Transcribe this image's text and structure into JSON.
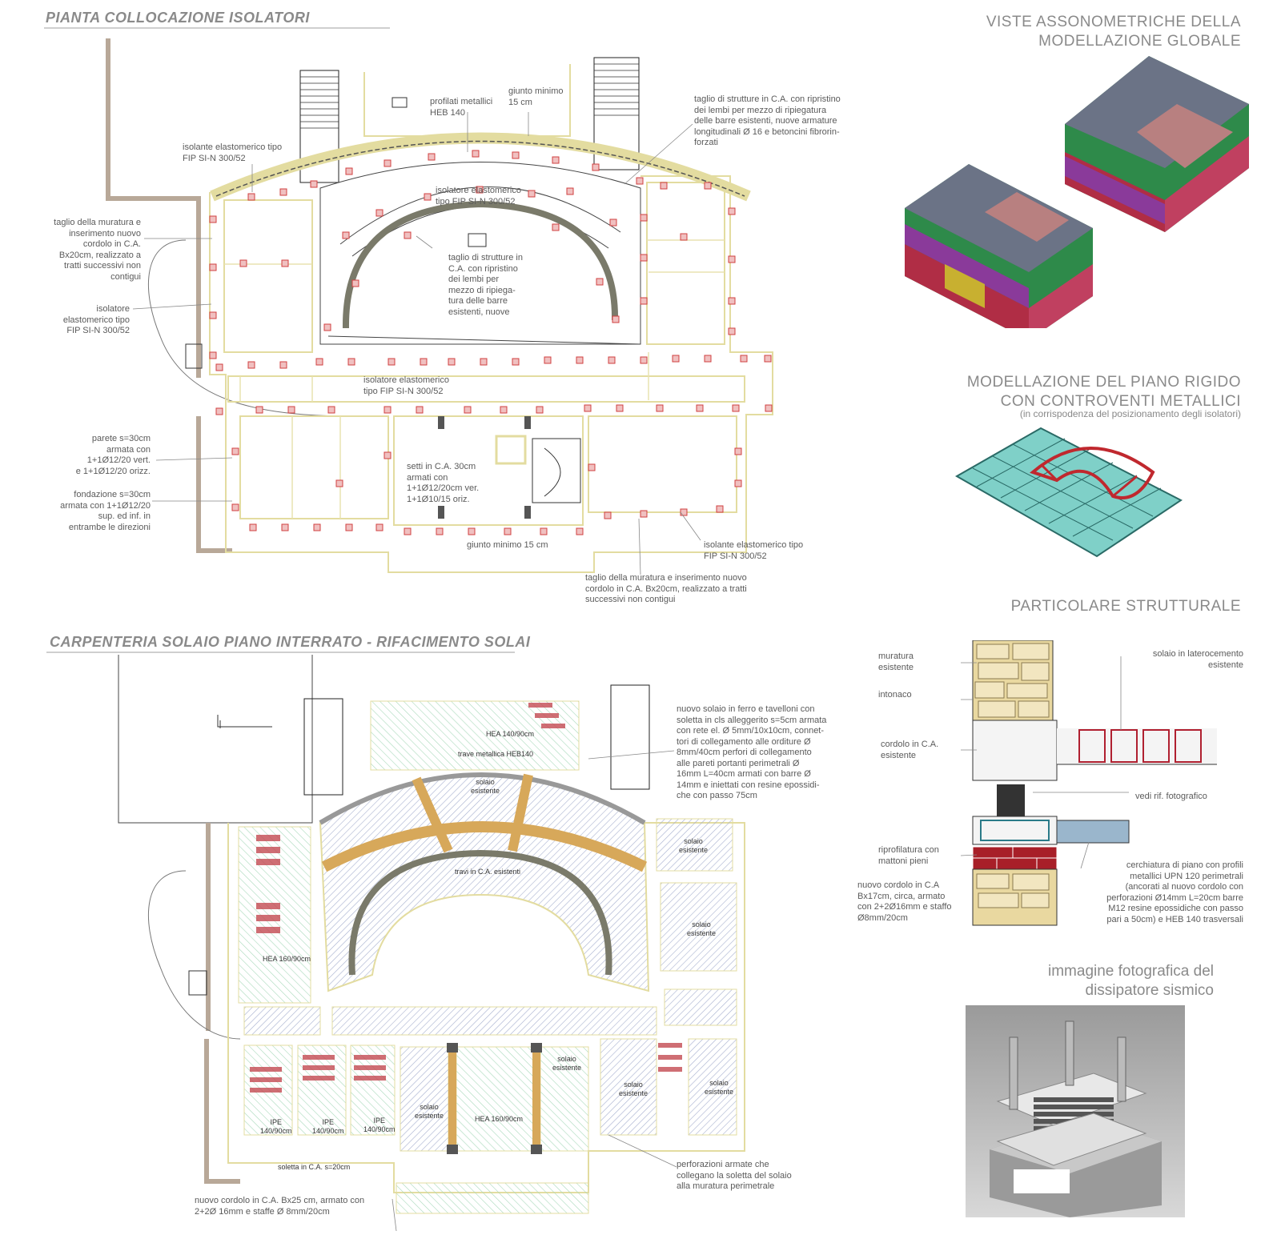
{
  "titles": {
    "plan_isolators": "PIANTA COLLOCAZIONE ISOLATORI",
    "carpentry": "CARPENTERIA SOLAIO PIANO INTERRATO - RIFACIMENTO SOLAI",
    "axonometric": "VISTE ASSONOMETRICHE  DELLA\nMODELLAZIONE GLOBALE",
    "rigid_floor": "MODELLAZIONE DEL PIANO RIGIDO\nCON CONTROVENTI METALLICI",
    "rigid_floor_sub": "(in corrispodenza del posizionamento degli isolatori)",
    "structural_detail": "PARTICOLARE STRUTTURALE",
    "photo": "immagine fotografica del\ndissipatore sismico"
  },
  "plan_notes": {
    "profili": "profilati metallici\nHEB 140",
    "giunto_top": "giunto minimo\n15 cm",
    "taglio_ca_right": "taglio di strutture in C.A. con ripristino\ndei lembi per mezzo di ripiegatura\ndelle barre esistenti, nuove armature\nlongitudinali Ø 16 e betoncini fibrorin-\nforzati",
    "isolante_top": "isolante elastomerico tipo\nFIP SI-N 300/52",
    "isolatore_center": "isolatore elastomerico\ntipo FIP SI-N 300/52",
    "taglio_muratura_left": "taglio della muratura e\ninserimento nuovo\ncordolo in C.A.\nBx20cm, realizzato a\ntratti successivi non\ncontigui",
    "taglio_ca_center": "taglio di strutture in\nC.A. con ripristino\ndei lembi per\nmezzo di ripiega-\ntura delle barre\nesistenti, nuove",
    "isolatore_left": "isolatore\nelastomerico tipo\nFIP SI-N 300/52",
    "isolatore_mid": "isolatore elastomerico\ntipo FIP SI-N 300/52",
    "parete": "parete s=30cm\narmata con\n1+1Ø12/20 vert.\ne 1+1Ø12/20 orizz.",
    "setti": "setti in C.A. 30cm\narmati con\n1+1Ø12/20cm ver.\n1+1Ø10/15 oriz.",
    "fondazione": "fondazione s=30cm\narmata con 1+1Ø12/20\nsup. ed inf. in\nentrambe le direzioni",
    "giunto_bottom": "giunto minimo 15 cm",
    "isolante_bottom": "isolante elastomerico tipo\nFIP SI-N 300/52",
    "taglio_muratura_bottom": "taglio della muratura e inserimento nuovo\ncordolo in C.A. Bx20cm, realizzato a tratti\nsuccessivi non contigui"
  },
  "carp_notes": {
    "nuovo_solaio": "nuovo solaio in ferro e tavelloni con\nsoletta in cls alleggerito s=5cm armata\ncon rete el. Ø 5mm/10x10cm, connet-\ntori di collegamento alle orditure Ø\n8mm/40cm perfori di collegamento\nalle pareti portanti perimetrali Ø\n16mm L=40cm armati con barre Ø\n14mm e iniettati con resine epossidi-\nche con passo 75cm",
    "hea140": "HEA 140/90cm",
    "trave_metallica": "trave metallica HEB140",
    "travi_ca": "travi in C.A. esistenti",
    "hea160_left": "HEA 160/90cm",
    "hea160_center": "HEA 160/90cm",
    "ipe": "IPE\n140/90cm",
    "soletta": "soletta in C.A. s=20cm",
    "perforazioni": "perforazioni armate che\ncollegano la soletta del solaio\nalla muratura perimetrale",
    "nuovo_cordolo": "nuovo cordolo in C.A. Bx25 cm, armato con\n2+2Ø 16mm e staffe Ø 8mm/20cm",
    "solaio_esistente": "solaio\nesistente"
  },
  "detail_notes": {
    "muratura": "muratura\nesistente",
    "intonaco": "intonaco",
    "cordolo": "cordolo in C.A.\nesistente",
    "solaio_laterocemento": "solaio in laterocemento\nesistente",
    "vedi": "vedi rif. fotografico",
    "riprofilatura": "riprofilatura con\nmattoni pieni",
    "nuovo_cordolo": "nuovo cordolo in C.A\nBx17cm, circa, armato\ncon 2+2Ø16mm e staffo\nØ8mm/20cm",
    "cerchiatura": "cerchiatura di piano con profili\nmetallici UPN 120 perimetrali\n(ancorati al nuovo cordolo con\nperforazioni Ø14mm L=20cm barre\nM12 resine epossidiche con passo\npari a 50cm) e HEB 140 trasversali"
  },
  "colors": {
    "plan_line": "#e3dca0",
    "isolator": "#e05a5a",
    "beam": "#7a7a6a",
    "hatch_blue": "#9aa6c8",
    "hatch_green": "#9fd3b0",
    "ca_beam": "#d7a85a",
    "masonry": "#b09a88"
  }
}
